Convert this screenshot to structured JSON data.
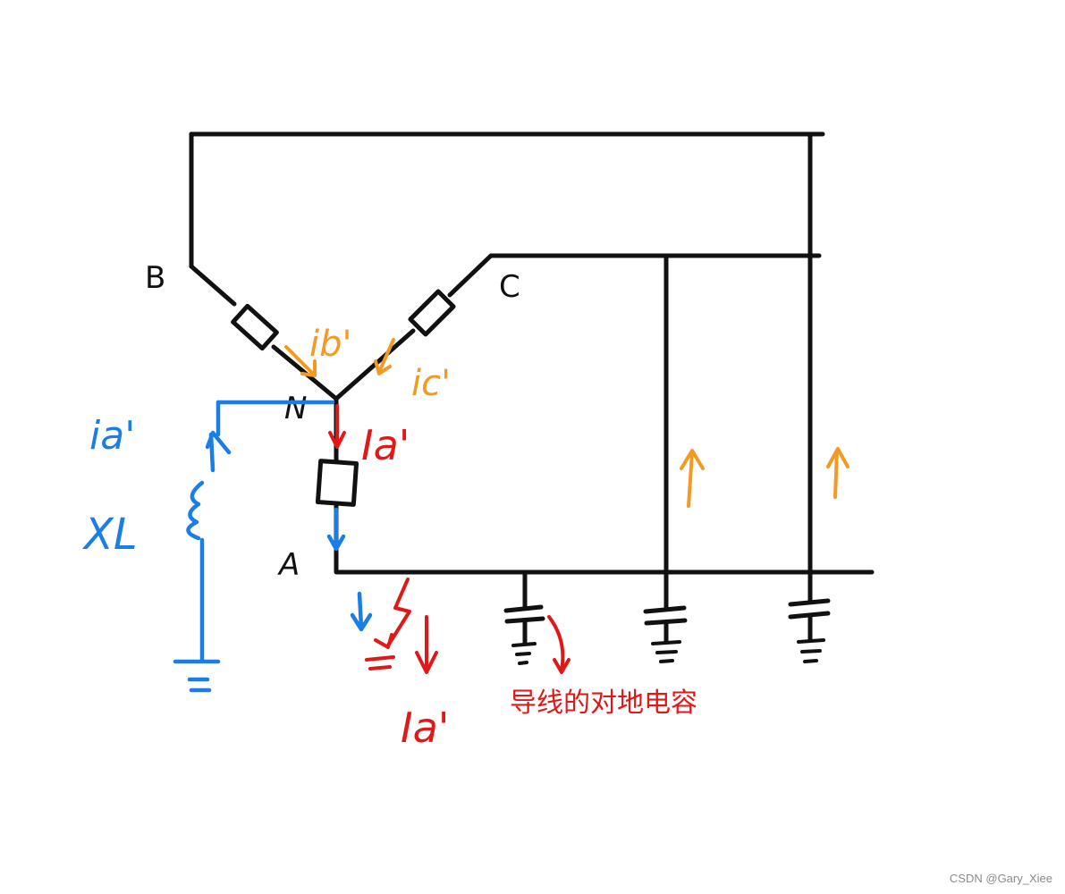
{
  "nodes": {
    "b": "B",
    "c": "C",
    "a": "A",
    "n": "N"
  },
  "current_labels": {
    "ib": "ib'",
    "ic": "ic'",
    "ia_top": "Ia'",
    "ia_bottom": "Ia'",
    "ia_coil": "ia'",
    "xl": "XL"
  },
  "annotation": "导线的对地电容",
  "watermark": "CSDN @Gary_Xiee",
  "colors": {
    "black": "#111111",
    "orange": "#f39a22",
    "red": "#e01818",
    "blue": "#1a7ee6"
  }
}
